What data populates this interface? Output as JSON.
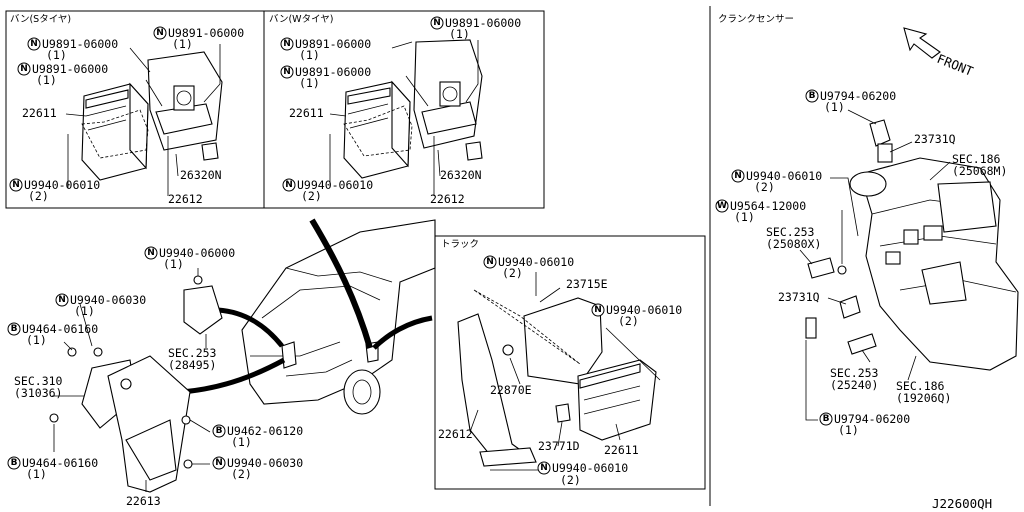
{
  "diagram_code": "J22600QH",
  "front_label": "FRONT",
  "panels": {
    "van_s": {
      "title": "バン(Sタイヤ)"
    },
    "van_w": {
      "title": "バン(Wタイヤ)"
    },
    "truck": {
      "title": "トラック"
    },
    "crank": {
      "title": "クランクセンサー"
    }
  },
  "callouts": [
    {
      "id": "vs1",
      "badge": "N",
      "code": "U9891-06000",
      "qty": "(1)"
    },
    {
      "id": "vs2",
      "badge": "N",
      "code": "U9891-06000",
      "qty": "(1)"
    },
    {
      "id": "vs3",
      "badge": "N",
      "code": "U9891-06000",
      "qty": "(1)"
    },
    {
      "id": "vs4",
      "code": "22611"
    },
    {
      "id": "vs5",
      "badge": "N",
      "code": "U9940-06010",
      "qty": "(2)"
    },
    {
      "id": "vs6",
      "code": "26320N"
    },
    {
      "id": "vs7",
      "code": "22612"
    },
    {
      "id": "vw1",
      "badge": "N",
      "code": "U9891-06000",
      "qty": "(1)"
    },
    {
      "id": "vw2",
      "badge": "N",
      "code": "U9891-06000",
      "qty": "(1)"
    },
    {
      "id": "vw3",
      "badge": "N",
      "code": "U9891-06000",
      "qty": "(1)"
    },
    {
      "id": "vw4",
      "code": "22611"
    },
    {
      "id": "vw5",
      "badge": "N",
      "code": "U9940-06010",
      "qty": "(2)"
    },
    {
      "id": "vw6",
      "code": "26320N"
    },
    {
      "id": "vw7",
      "code": "22612"
    },
    {
      "id": "m1",
      "badge": "N",
      "code": "U9940-06000",
      "qty": "(1)"
    },
    {
      "id": "m2",
      "badge": "N",
      "code": "U9940-06030",
      "qty": "(1)"
    },
    {
      "id": "m3",
      "badge": "B",
      "code": "U9464-06160",
      "qty": "(1)"
    },
    {
      "id": "m4",
      "code": "SEC.253",
      "qty": "(28495)"
    },
    {
      "id": "m5",
      "code": "SEC.310",
      "qty": "(31036)"
    },
    {
      "id": "m6",
      "badge": "B",
      "code": "U9462-06120",
      "qty": "(1)"
    },
    {
      "id": "m7",
      "badge": "B",
      "code": "U9464-06160",
      "qty": "(1)"
    },
    {
      "id": "m8",
      "badge": "N",
      "code": "U9940-06030",
      "qty": "(2)"
    },
    {
      "id": "m9",
      "code": "22613"
    },
    {
      "id": "t1",
      "badge": "N",
      "code": "U9940-06010",
      "qty": "(2)"
    },
    {
      "id": "t2",
      "code": "23715E"
    },
    {
      "id": "t3",
      "badge": "N",
      "code": "U9940-06010",
      "qty": "(2)"
    },
    {
      "id": "t4",
      "code": "22870E"
    },
    {
      "id": "t5",
      "code": "22612"
    },
    {
      "id": "t6",
      "code": "23771D"
    },
    {
      "id": "t7",
      "code": "22611"
    },
    {
      "id": "t8",
      "badge": "N",
      "code": "U9940-06010",
      "qty": "(2)"
    },
    {
      "id": "c1",
      "badge": "B",
      "code": "U9794-06200",
      "qty": "(1)"
    },
    {
      "id": "c2",
      "code": "23731Q"
    },
    {
      "id": "c3",
      "code": "SEC.186",
      "qty": "(25068M)"
    },
    {
      "id": "c4",
      "badge": "N",
      "code": "U9940-06010",
      "qty": "(2)"
    },
    {
      "id": "c5",
      "badge": "W",
      "code": "U9564-12000",
      "qty": "(1)"
    },
    {
      "id": "c6",
      "code": "SEC.253",
      "qty": "(25080X)"
    },
    {
      "id": "c7",
      "code": "23731Q"
    },
    {
      "id": "c8",
      "code": "SEC.253",
      "qty": "(25240)"
    },
    {
      "id": "c9",
      "code": "SEC.186",
      "qty": "(19206Q)"
    },
    {
      "id": "c10",
      "badge": "B",
      "code": "U9794-06200",
      "qty": "(1)"
    }
  ]
}
